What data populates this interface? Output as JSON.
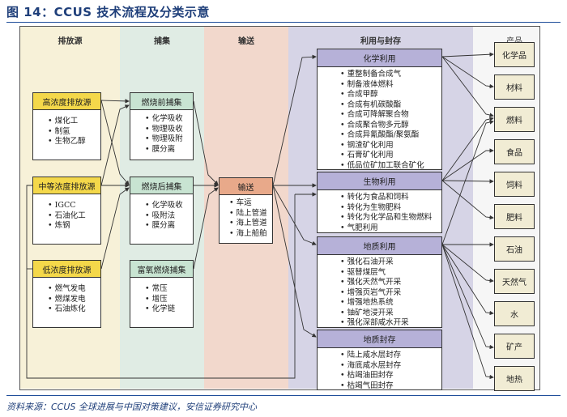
{
  "title": "图 14：CCUS 技术流程及分类示意",
  "source": "资料来源：CCUS 全球进展与中国对策建议，安信证券研究中心",
  "colors": {
    "source_band": "#f7f1d8",
    "capture_band": "#e0ece4",
    "transport_band": "#f2d8cc",
    "use_band": "#d6d4e6",
    "product_band": "#f6f6f6",
    "source_head": "#f4d84a",
    "capture_head": "#c8e4d2",
    "transport_head": "#e8a98a",
    "use_head": "#b6b1d8",
    "product_box": "#f1ecd4",
    "title": "#1f3f7a"
  },
  "bands": {
    "sources": "排放源",
    "capture": "捕集",
    "transport": "输送",
    "use": "利用与封存",
    "products": "产品"
  },
  "sources": [
    {
      "name": "高浓度排放源",
      "items": [
        "煤化工",
        "制氢",
        "生物乙醇"
      ]
    },
    {
      "name": "中等浓度排放源",
      "items": [
        "IGCC",
        "石油化工",
        "炼钢"
      ]
    },
    {
      "name": "低浓度排放源",
      "items": [
        "燃气发电",
        "燃煤发电",
        "石油炼化"
      ]
    }
  ],
  "capture": [
    {
      "name": "燃烧前捕集",
      "items": [
        "化学吸收",
        "物理吸收",
        "物理吸附",
        "膜分离"
      ]
    },
    {
      "name": "燃烧后捕集",
      "items": [
        "化学吸收",
        "吸附法",
        "膜分离"
      ]
    },
    {
      "name": "富氧燃烧捕集",
      "items": [
        "常压",
        "增压",
        "化学链"
      ]
    }
  ],
  "transport": {
    "name": "输送",
    "items": [
      "车运",
      "陆上管道",
      "海上管道",
      "海上船舶"
    ]
  },
  "use": [
    {
      "name": "化学利用",
      "items": [
        "重整制备合成气",
        "制备液体燃料",
        "合成甲醇",
        "合成有机碳酸酯",
        "合成可降解聚合物",
        "合成聚合物多元醇",
        "合成异氰酸酯/聚氨酯",
        "钢渣矿化利用",
        "石膏矿化利用",
        "低品位矿加工联合矿化"
      ]
    },
    {
      "name": "生物利用",
      "items": [
        "转化为食品和饲料",
        "转化为生物肥料",
        "转化为化学品和生物燃料",
        "气肥利用"
      ]
    },
    {
      "name": "地质利用",
      "items": [
        "强化石油开采",
        "驱替煤层气",
        "强化天然气开采",
        "增强页岩气开采",
        "增强地热系统",
        "铀矿地浸开采",
        "强化深部咸水开采"
      ]
    },
    {
      "name": "地质封存",
      "items": [
        "陆上咸水层封存",
        "海底咸水层封存",
        "枯竭油田封存",
        "枯竭气田封存"
      ]
    }
  ],
  "products": [
    "化学品",
    "材料",
    "燃料",
    "食品",
    "饲料",
    "肥料",
    "石油",
    "天然气",
    "水",
    "矿产",
    "地热"
  ]
}
